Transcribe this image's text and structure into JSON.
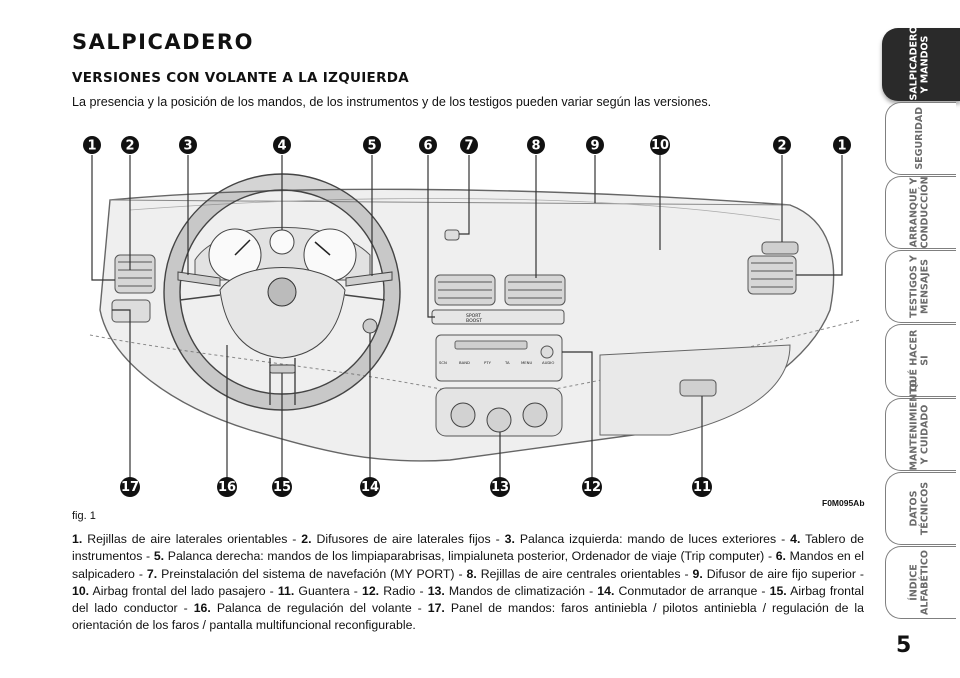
{
  "page": {
    "title": "SALPICADERO",
    "section_heading": "VERSIONES CON VOLANTE A LA IZQUIERDA",
    "intro": "La presencia y la posición de los mandos, de los instrumentos y de los testigos pueden variar según las versiones.",
    "figure_label": "fig. 1",
    "figure_code": "F0M095Ab",
    "page_number": "5"
  },
  "figure": {
    "callouts_top": [
      "1",
      "2",
      "3",
      "4",
      "5",
      "6",
      "7",
      "8",
      "9",
      "10",
      "2",
      "1"
    ],
    "callouts_bottom": [
      "17",
      "16",
      "15",
      "14",
      "13",
      "12",
      "11"
    ],
    "panel_labels": {
      "sport": "SPORT",
      "boost": "BOOST",
      "radio_buttons": [
        "SCN",
        "BAND",
        "PTY",
        "TA",
        "MENU",
        "AUDIO"
      ]
    }
  },
  "legend": [
    {
      "num": "1.",
      "text": "Rejillas de aire laterales orientables - "
    },
    {
      "num": "2.",
      "text": "Difusores de aire laterales fijos - "
    },
    {
      "num": "3.",
      "text": "Palanca izquierda: mando de luces exteriores - "
    },
    {
      "num": "4.",
      "text": "Tablero de instrumentos - "
    },
    {
      "num": "5.",
      "text": "Palanca derecha: mandos de los limpiaparabrisas, limpialuneta posterior, Ordenador de viaje (Trip computer) - "
    },
    {
      "num": "6.",
      "text": "Mandos en el salpicadero - "
    },
    {
      "num": "7.",
      "text": "Preinstalación del sistema de navefación (MY PORT)  - "
    },
    {
      "num": "8.",
      "text": "Rejillas de aire centrales orientables - "
    },
    {
      "num": "9.",
      "text": "Difusor de aire fijo superior - "
    },
    {
      "num": "10.",
      "text": "Airbag frontal del lado pasajero - "
    },
    {
      "num": "11.",
      "text": "Guantera - "
    },
    {
      "num": "12.",
      "text": "Radio - "
    },
    {
      "num": "13.",
      "text": "Mandos de climatización - "
    },
    {
      "num": "14.",
      "text": "Conmutador de arranque - "
    },
    {
      "num": "15.",
      "text": "Airbag frontal del lado conductor - "
    },
    {
      "num": "16.",
      "text": "Palanca de regulación del volante - "
    },
    {
      "num": "17.",
      "text": "Panel de mandos: faros antiniebla / pilotos antiniebla / regulación de la orientación de los faros / pantalla multifuncional reconfigurable."
    }
  ],
  "sidebar": {
    "tabs": [
      {
        "label": "SALPICADERO\nY MANDOS",
        "active": true
      },
      {
        "label": "SEGURIDAD",
        "active": false
      },
      {
        "label": "ARRANQUE Y\nCONDUCCIÓN",
        "active": false
      },
      {
        "label": "TESTIGOS Y\nMENSAJES",
        "active": false
      },
      {
        "label": "QUÉ HACER SI",
        "active": false
      },
      {
        "label": "MANTENIMIENTO\nY CUIDADO",
        "active": false
      },
      {
        "label": "DATOS\nTÉCNICOS",
        "active": false
      },
      {
        "label": "ÍNDICE\nALFABÉTICO",
        "active": false
      }
    ]
  }
}
